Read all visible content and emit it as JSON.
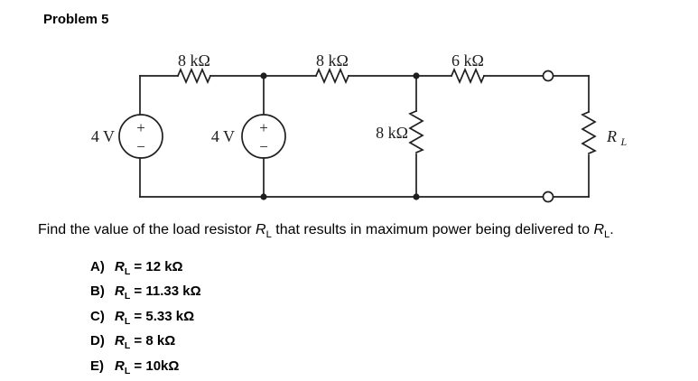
{
  "title": "Problem 5",
  "circuit": {
    "labels": {
      "r1": "8 kΩ",
      "r2": "8 kΩ",
      "r3": "6 kΩ",
      "r4": "8 kΩ"
    },
    "sources": {
      "v1": "4 V",
      "v2": "4 V",
      "plus": "+",
      "minus": "−"
    },
    "load": {
      "r": "R",
      "sub": "L"
    }
  },
  "question": {
    "part1": "Find the value of the load resistor ",
    "r1": "R",
    "sub1": "L",
    "part2": " that results in maximum power being delivered to ",
    "r2": "R",
    "sub2": "L",
    "part3": "."
  },
  "options": [
    {
      "letter": "A)",
      "r": "R",
      "sub": "L",
      "value": " = 12 kΩ"
    },
    {
      "letter": "B)",
      "r": "R",
      "sub": "L",
      "value": " = 11.33 kΩ"
    },
    {
      "letter": "C)",
      "r": "R",
      "sub": "L",
      "value": " = 5.33  kΩ"
    },
    {
      "letter": "D)",
      "r": "R",
      "sub": "L",
      "value": " = 8 kΩ"
    },
    {
      "letter": "E)",
      "r": "R",
      "sub": "L",
      "value": " = 10kΩ"
    }
  ]
}
